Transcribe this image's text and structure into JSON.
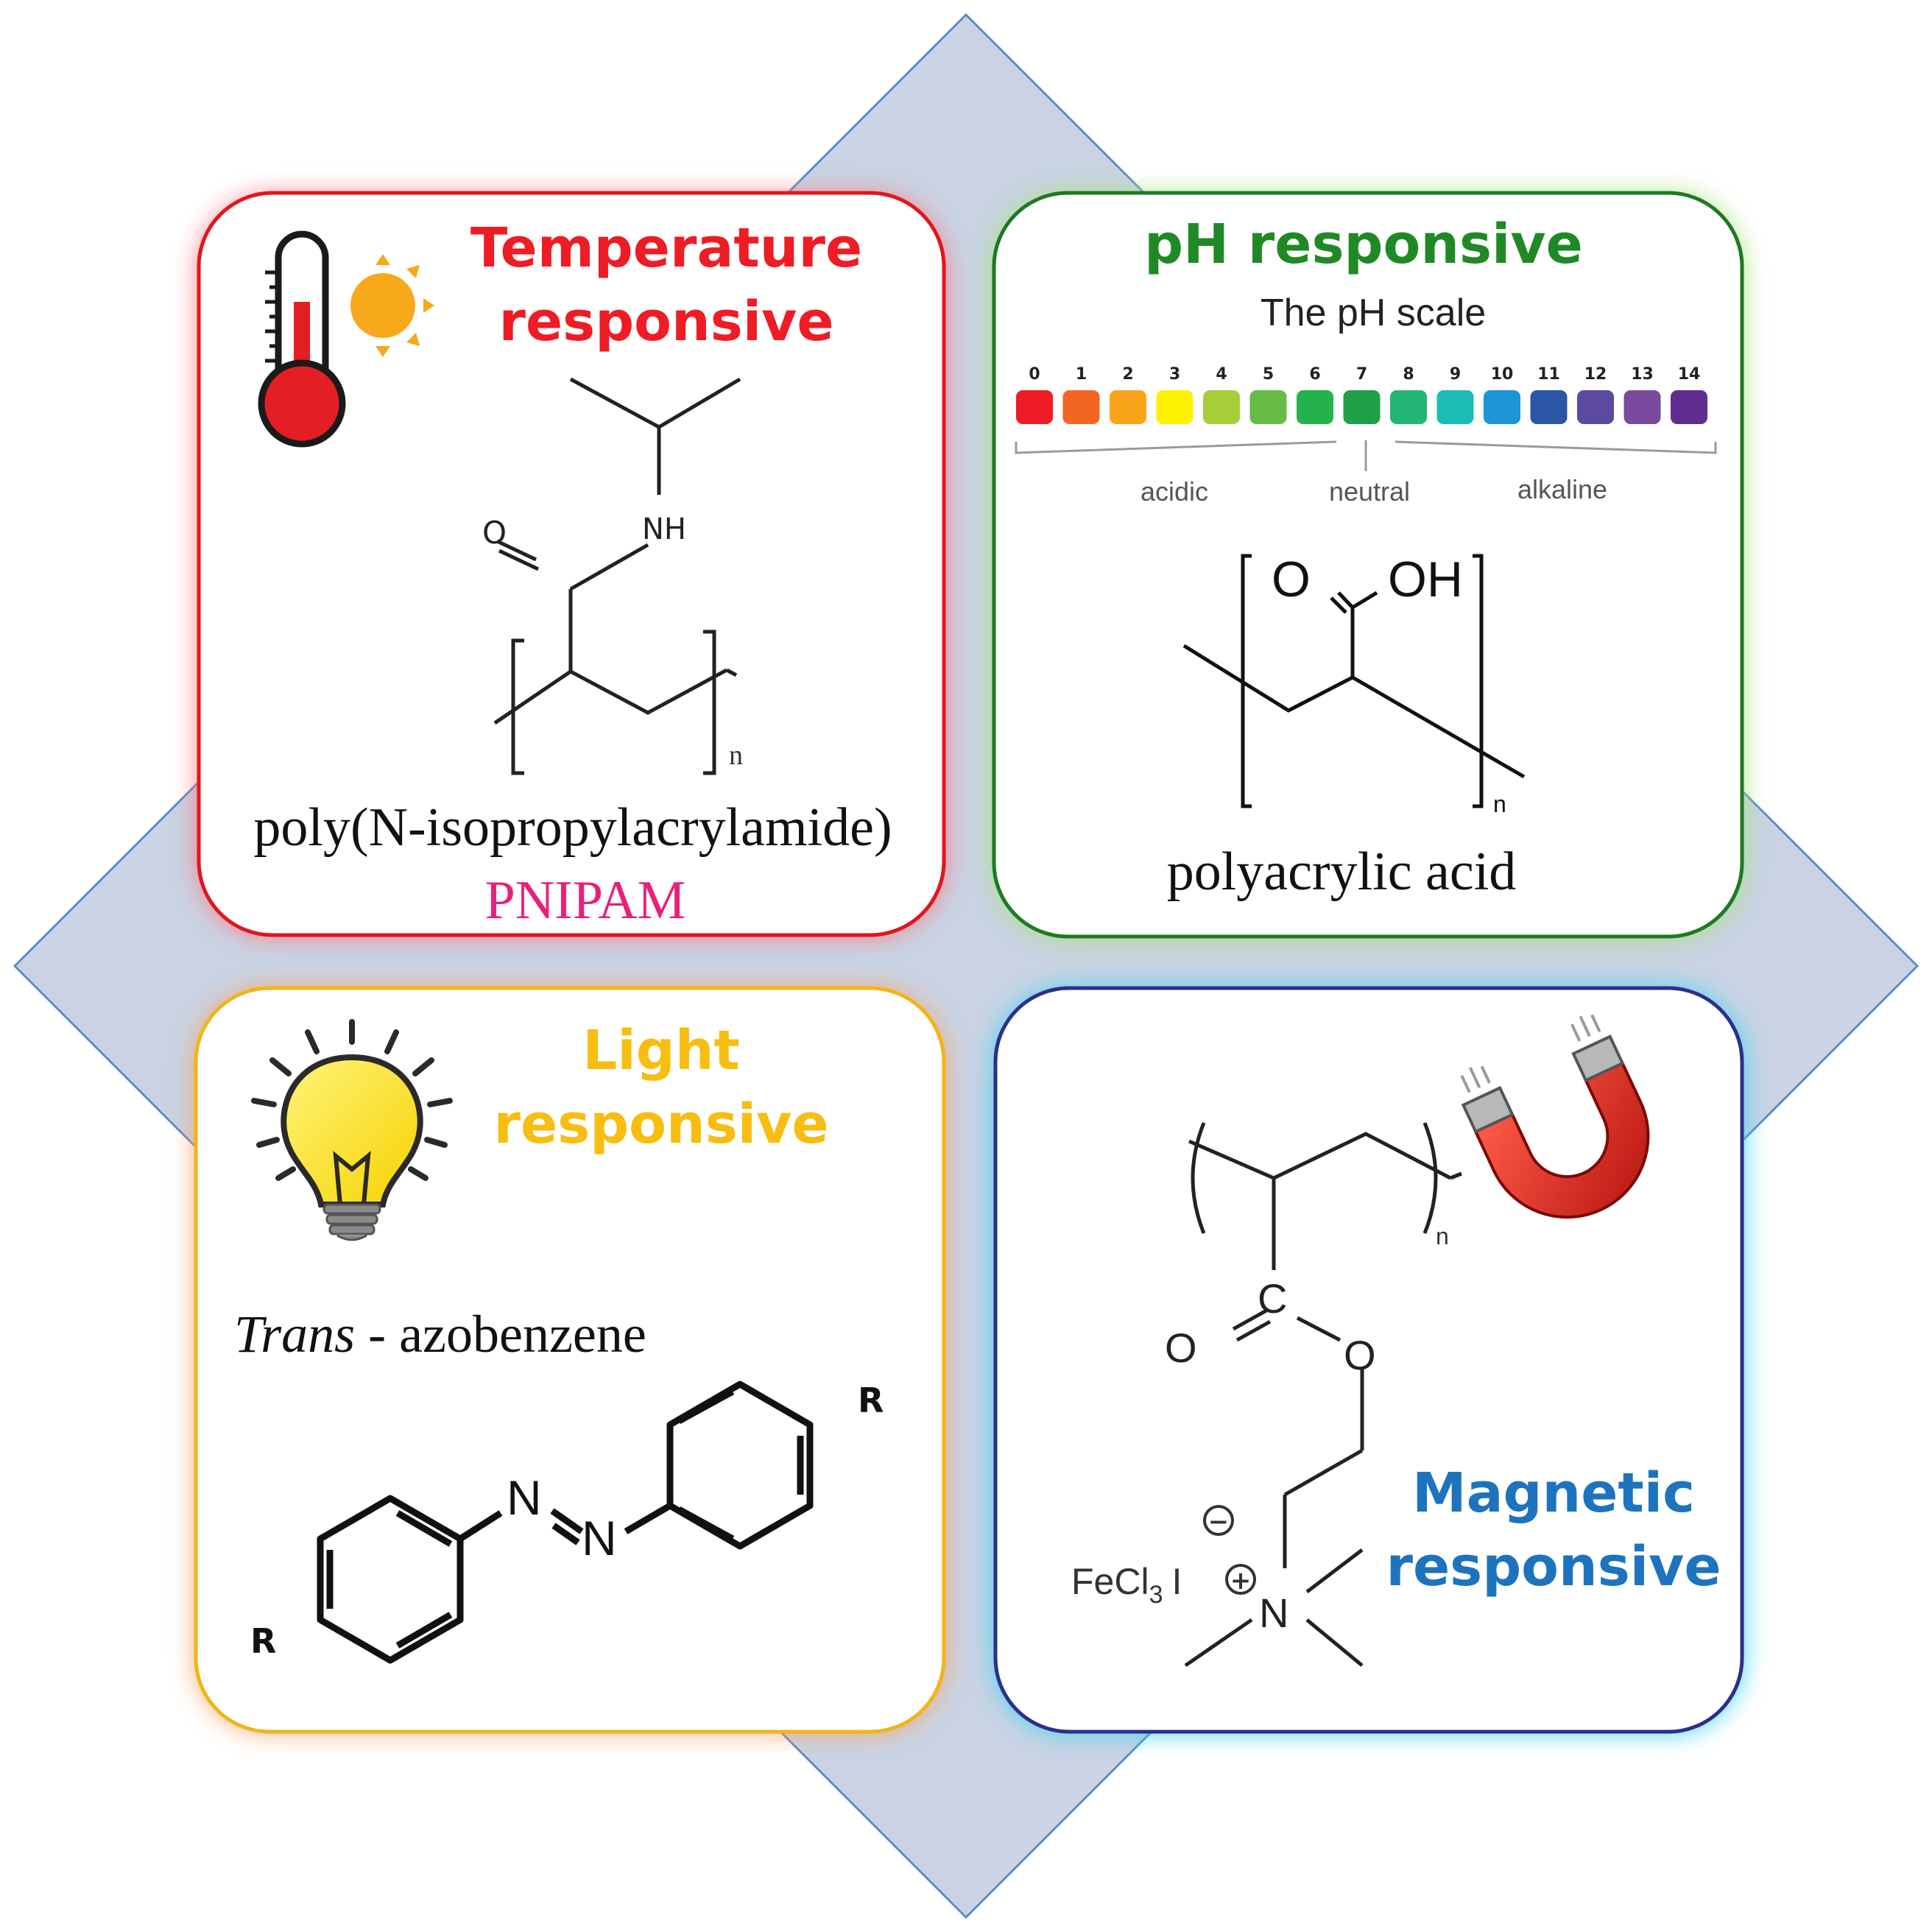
{
  "colors": {
    "diamond_fill": "#c9d3e3",
    "diamond_stroke": "#5b8ec9",
    "temperature": "#ee1c24",
    "ph": "#1f8a25",
    "light": "#f7bd10",
    "magnetic": "#1e73be",
    "pnipam": "#e8207a"
  },
  "panels": {
    "temperature": {
      "title_line1": "Temperature",
      "title_line2": "responsive",
      "icon": "thermometer-sun-icon",
      "nh_label": "NH",
      "o_label": "O",
      "n_subscript": "n",
      "polymer_name": "poly(N-isopropylacrylamide)",
      "abbreviation": "PNIPAM"
    },
    "ph": {
      "title": "pH responsive",
      "scale_title": "The pH scale",
      "scale_numbers": [
        "0",
        "1",
        "2",
        "3",
        "4",
        "5",
        "6",
        "7",
        "8",
        "9",
        "10",
        "11",
        "12",
        "13",
        "14"
      ],
      "scale_colors": [
        "#ee1c24",
        "#f26522",
        "#f9a51b",
        "#fff200",
        "#a6ce39",
        "#66bc46",
        "#25b14b",
        "#1fa049",
        "#22b573",
        "#1cbcb4",
        "#1c96d4",
        "#2b56a5",
        "#5c4aa0",
        "#7a4a9e",
        "#5e2d8f"
      ],
      "label_acidic": "acidic",
      "label_neutral": "neutral",
      "label_alkaline": "alkaline",
      "o_label": "O",
      "oh_label": "OH",
      "n_subscript": "n",
      "polymer_name": "polyacrylic acid"
    },
    "light": {
      "title_line1": "Light",
      "title_line2": "responsive",
      "icon": "lightbulb-icon",
      "name_italic": "Trans",
      "name_rest": " - azobenzene",
      "r_label": "R",
      "n_label": "N"
    },
    "magnetic": {
      "title_line1": "Magnetic",
      "title_line2": "responsive",
      "icon": "magnet-icon",
      "c_label": "C",
      "o_label": "O",
      "n_label": "N",
      "n_subscript": "n",
      "counterion": "FeCl",
      "counterion_sub": "3",
      "counterion_i": "I",
      "minus_sign": "−",
      "plus_sign": "+"
    }
  }
}
